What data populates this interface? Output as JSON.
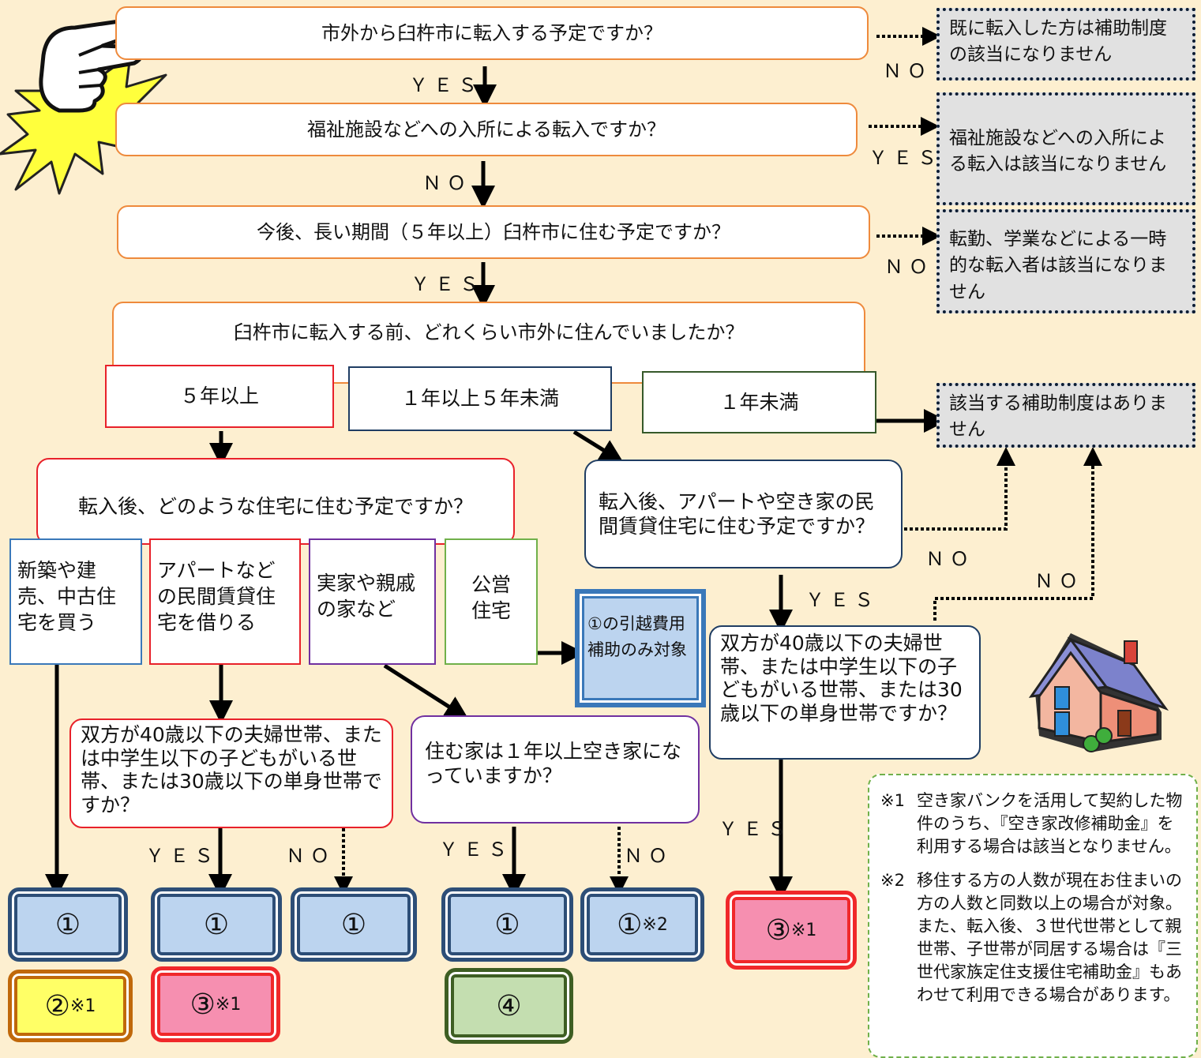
{
  "questions": {
    "q1": "市外から臼杵市に転入する予定ですか？",
    "q2": "福祉施設などへの入所による転入ですか？",
    "q3": "今後、長い期間（５年以上）臼杵市に住む予定ですか？",
    "q4": "臼杵市に転入する前、どれくらい市外に住んでいましたか？",
    "q5": "転入後、どのような住宅に住む予定ですか？",
    "q6": "転入後、アパートや空き家の民間賃貸住宅に住む予定ですか？",
    "q7": "双方が40歳以下の夫婦世帯、または中学生以下の子どもがいる世帯、または30歳以下の単身世帯ですか？",
    "q8": "住む家は１年以上空き家になっていますか？",
    "q9": "双方が40歳以下の夫婦世帯、または中学生以下の子どもがいる世帯、または30歳以下の単身世帯ですか？"
  },
  "durations": {
    "d1": "５年以上",
    "d2": "１年以上５年未満",
    "d3": "１年未満"
  },
  "housing": {
    "h1": "新築や建売、中古住宅を買う",
    "h2": "アパートなどの民間賃貸住宅を借りる",
    "h3": "実家や親戚の家など",
    "h4": "公営住宅"
  },
  "moving_only": "①の引越費用補助のみ対象",
  "notes": {
    "n1": "既に転入した方は補助制度の該当になりません",
    "n2": "福祉施設などへの入所による転入は該当になりません",
    "n3": "転勤、学業などによる一時的な転入者は該当になりません",
    "n4": "該当する補助制度はありません"
  },
  "labels": {
    "yes": "ＹＥＳ",
    "no": "ＮＯ"
  },
  "results": {
    "one": "①",
    "two": "②",
    "three": "③",
    "four": "④",
    "mark1": "※1",
    "mark2": "※2"
  },
  "footnotes": {
    "f1_mark": "※1",
    "f1": "空き家バンクを活用して契約した物件のうち、『空き家改修補助金』を利用する場合は該当となりません。",
    "f2_mark": "※2",
    "f2": "移住する方の人数が現在お住まいの方の人数と同数以上の場合が対象。また、転入後、３世代世帯として親世帯、子世帯が同居する場合は『三世代家族定住支援住宅補助金』もあわせて利用できる場合があります。"
  },
  "colors": {
    "background": "#fdefd0",
    "orange": "#ee8a3c",
    "red": "#e8212a",
    "navy": "#1f3d63",
    "green": "#36592a",
    "purple": "#7030a0",
    "light_green": "#70b04a",
    "blue": "#3a78b9"
  }
}
